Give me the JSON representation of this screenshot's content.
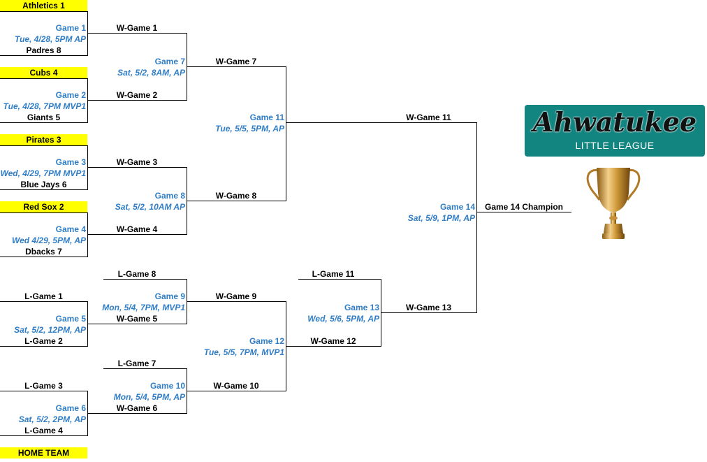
{
  "teams": {
    "athletics": "Athletics 1",
    "padres": "Padres 8",
    "cubs": "Cubs 4",
    "giants": "Giants 5",
    "pirates": "Pirates 3",
    "bluejays": "Blue Jays 6",
    "redsox": "Red Sox 2",
    "dbacks": "Dbacks 7",
    "home_team": "HOME TEAM"
  },
  "games": {
    "g1": {
      "label": "Game 1",
      "date": "Tue, 4/28, 5PM AP"
    },
    "g2": {
      "label": "Game 2",
      "date": "Tue, 4/28, 7PM MVP1"
    },
    "g3": {
      "label": "Game 3",
      "date": "Wed, 4/29, 7PM MVP1"
    },
    "g4": {
      "label": "Game 4",
      "date": "Wed 4/29, 5PM, AP"
    },
    "g5": {
      "label": "Game 5",
      "date": "Sat, 5/2, 12PM, AP"
    },
    "g6": {
      "label": "Game 6",
      "date": "Sat, 5/2, 2PM, AP"
    },
    "g7": {
      "label": "Game 7",
      "date": "Sat, 5/2, 8AM, AP"
    },
    "g8": {
      "label": "Game 8",
      "date": "Sat, 5/2, 10AM AP"
    },
    "g9": {
      "label": "Game 9",
      "date": "Mon, 5/4, 7PM, MVP1"
    },
    "g10": {
      "label": "Game 10",
      "date": "Mon, 5/4, 5PM, AP"
    },
    "g11": {
      "label": "Game 11",
      "date": "Tue, 5/5, 5PM, AP"
    },
    "g12": {
      "label": "Game 12",
      "date": "Tue, 5/5, 7PM, MVP1"
    },
    "g13": {
      "label": "Game 13",
      "date": "Wed, 5/6, 5PM, AP"
    },
    "g14": {
      "label": "Game 14",
      "date": "Sat, 5/9, 1PM, AP"
    }
  },
  "slots": {
    "w1": "W-Game 1",
    "w2": "W-Game 2",
    "w3": "W-Game 3",
    "w4": "W-Game 4",
    "w5": "W-Game 5",
    "w6": "W-Game 6",
    "w7": "W-Game 7",
    "w8": "W-Game 8",
    "w9": "W-Game 9",
    "w10": "W-Game 10",
    "w11": "W-Game 11",
    "w12": "W-Game 12",
    "w13": "W-Game 13",
    "l1": "L-Game 1",
    "l2": "L-Game 2",
    "l3": "L-Game 3",
    "l4": "L-Game 4",
    "l7": "L-Game 7",
    "l8": "L-Game 8",
    "l11": "L-Game 11",
    "champion": "Game 14 Champion"
  },
  "logo": {
    "title": "Ahwatukee",
    "subtitle": "LITTLE LEAGUE"
  },
  "colors": {
    "accent_blue": "#2f7dc6",
    "highlight": "#ffff00",
    "logo_teal": "#138580"
  }
}
